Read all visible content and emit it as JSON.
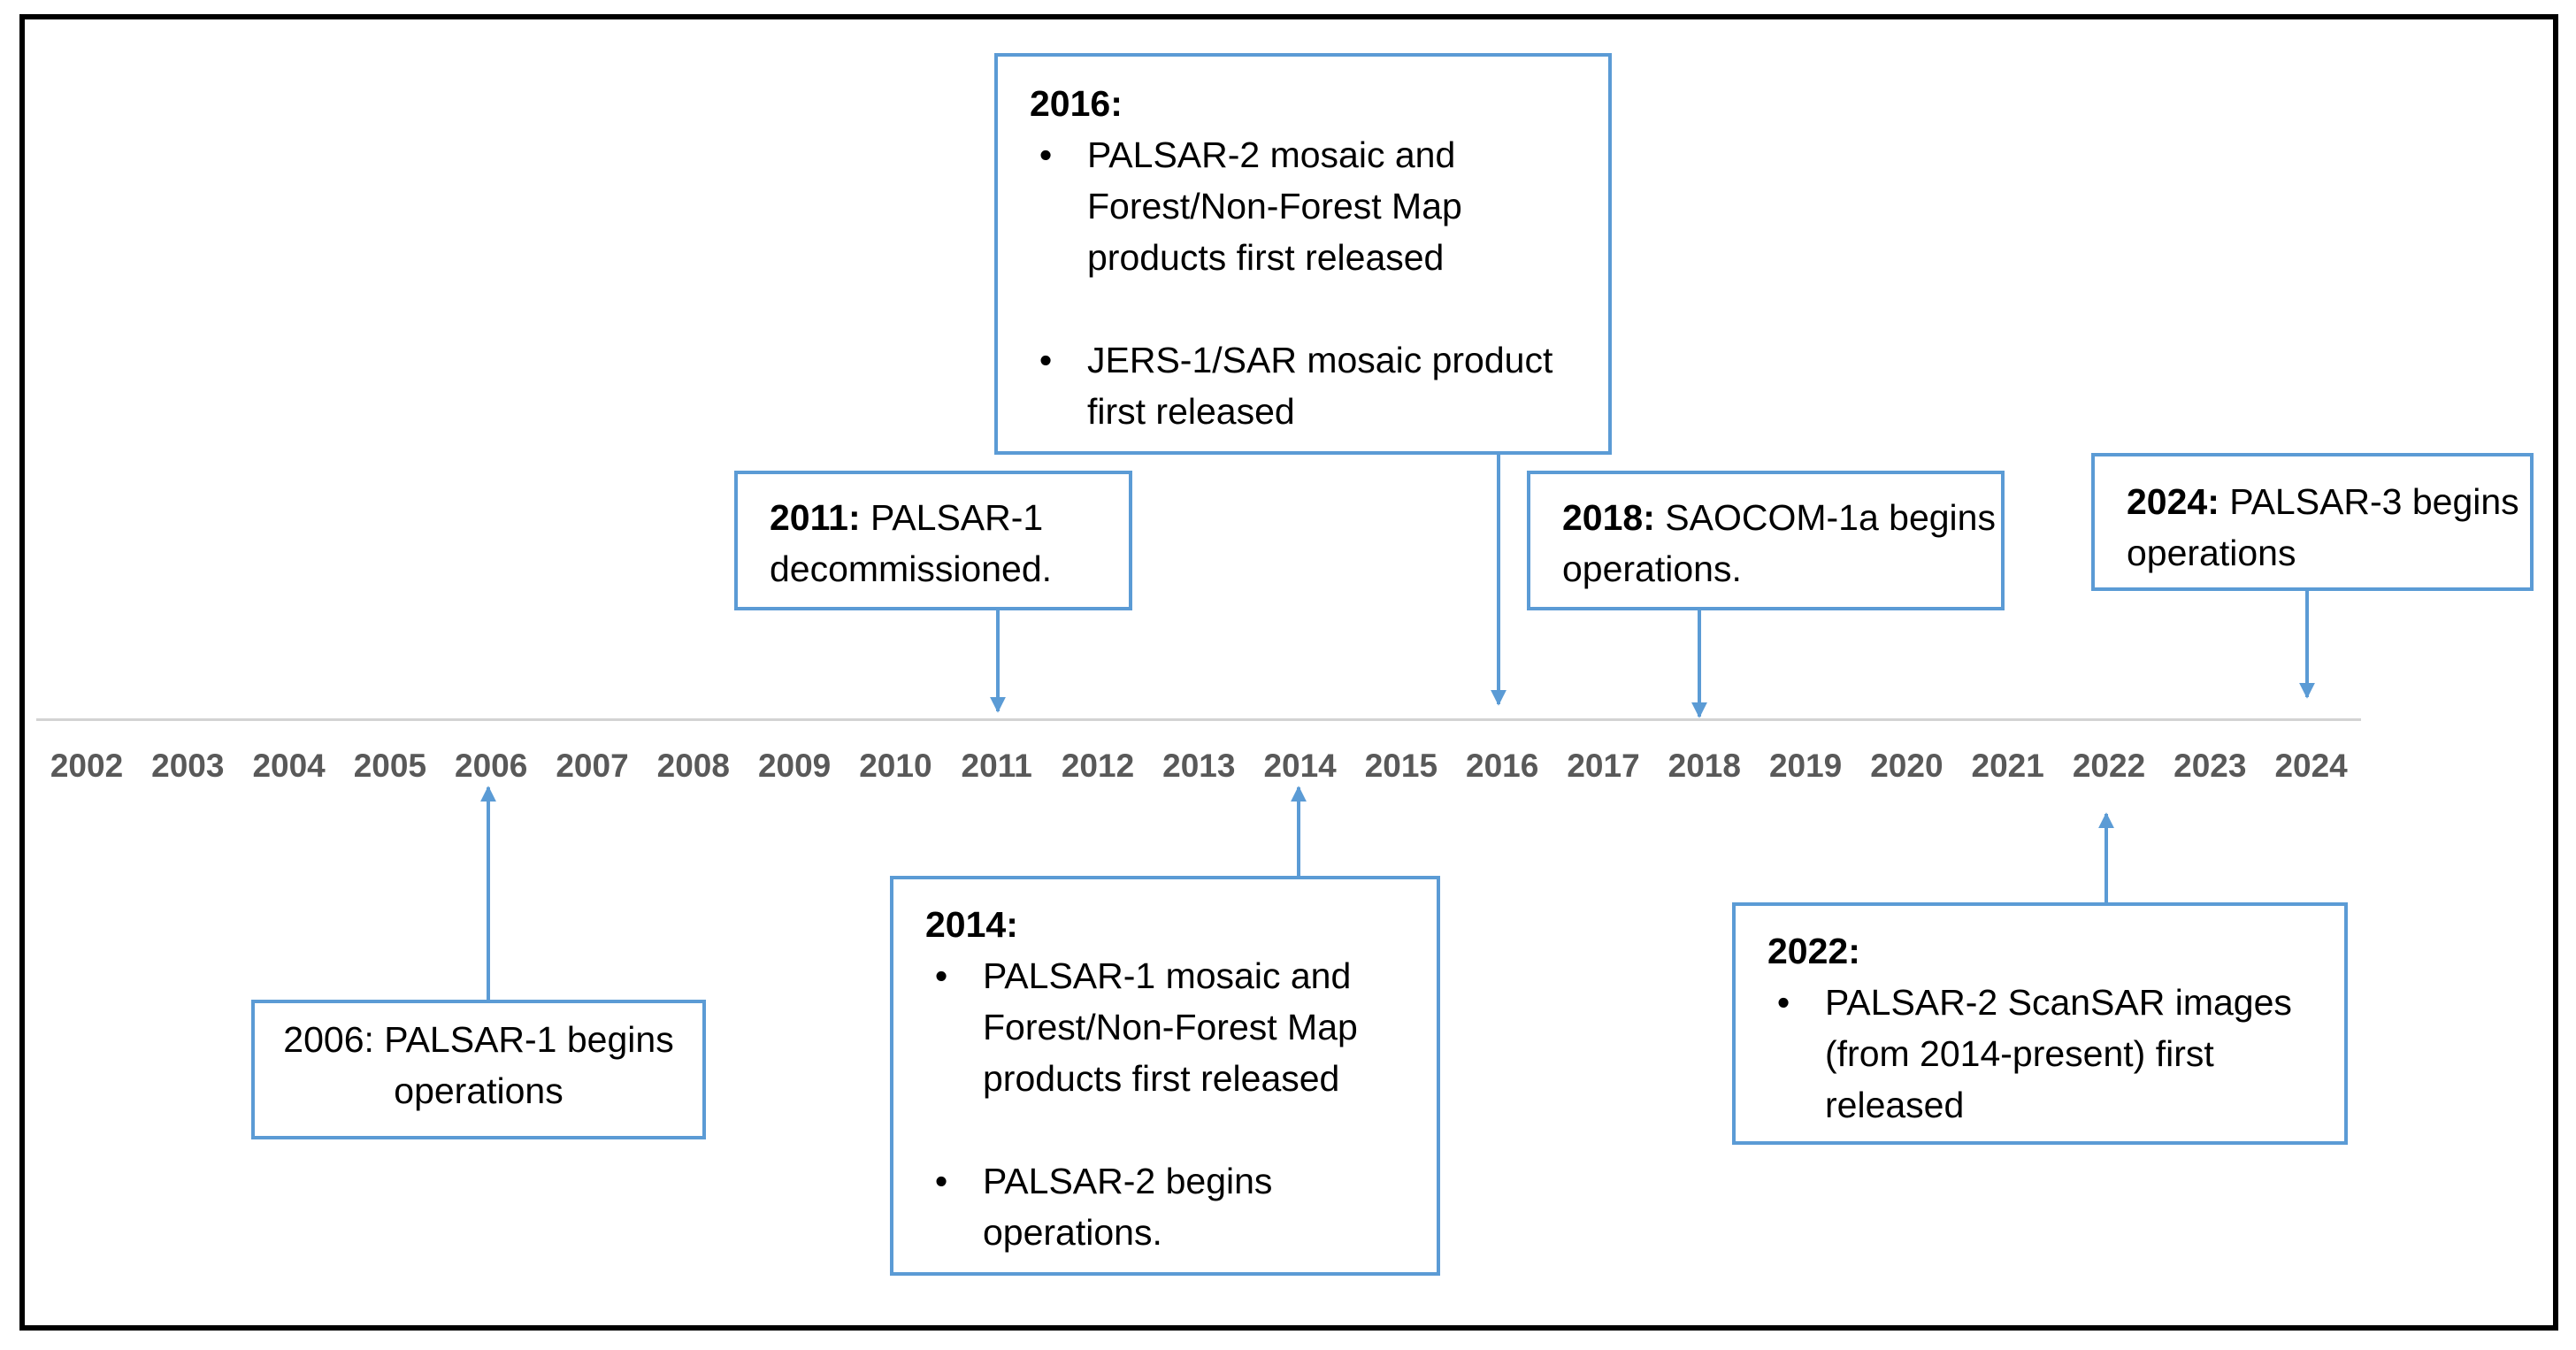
{
  "axis": {
    "years": [
      "2002",
      "2003",
      "2004",
      "2005",
      "2006",
      "2007",
      "2008",
      "2009",
      "2010",
      "2011",
      "2012",
      "2013",
      "2014",
      "2015",
      "2016",
      "2017",
      "2018",
      "2019",
      "2020",
      "2021",
      "2022",
      "2023",
      "2024"
    ]
  },
  "colors": {
    "box_border": "#5b9bd5",
    "axis_line": "#d3d3d3",
    "year_label": "#595959"
  },
  "events": {
    "e2006": {
      "text": "2006: PALSAR-1 begins operations"
    },
    "e2011": {
      "year": "2011:",
      "text": " PALSAR-1 decommissioned."
    },
    "e2014": {
      "year": "2014:",
      "bullet": "•",
      "items": [
        "PALSAR-1 mosaic and Forest/Non-Forest Map products first released",
        "PALSAR-2 begins operations."
      ]
    },
    "e2016": {
      "year": "2016:",
      "bullet": "•",
      "items": [
        "PALSAR-2 mosaic and Forest/Non-Forest Map products first released",
        "JERS-1/SAR mosaic product first released"
      ]
    },
    "e2018": {
      "year": "2018:",
      "text": " SAOCOM-1a begins operations."
    },
    "e2022": {
      "year": "2022:",
      "bullet": "•",
      "items": [
        "PALSAR-2 ScanSAR images (from 2014-present) first released"
      ]
    },
    "e2024": {
      "year": "2024:",
      "text": " PALSAR-3 begins operations"
    }
  }
}
